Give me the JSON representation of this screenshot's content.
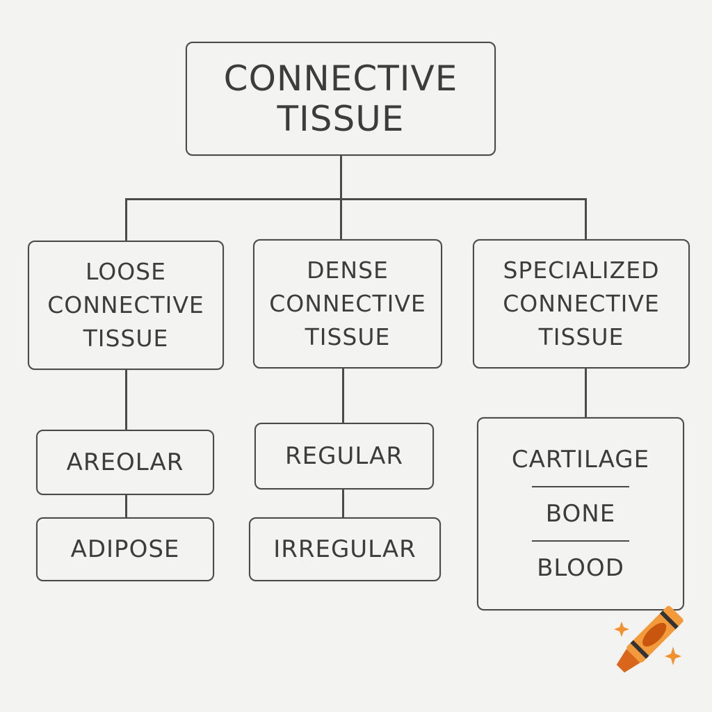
{
  "root": {
    "line1": "CONNECTIVE",
    "line2": "TISSUE"
  },
  "categories": [
    {
      "lines": [
        "LOOSE",
        "CONNECTIVE",
        "TISSUE"
      ],
      "children": [
        "AREOLAR",
        "ADIPOSE"
      ]
    },
    {
      "lines": [
        "DENSE",
        "CONNECTIVE",
        "TISSUE"
      ],
      "children": [
        "REGULAR",
        "IRREGULAR"
      ]
    },
    {
      "lines": [
        "SPECIALIZED",
        "CONNECTIVE",
        "TISSUE"
      ],
      "children": [
        "CARTILAGE",
        "BONE",
        "BLOOD"
      ]
    }
  ],
  "logo": {
    "icon": "crayon-icon",
    "color": "#e8771e"
  }
}
